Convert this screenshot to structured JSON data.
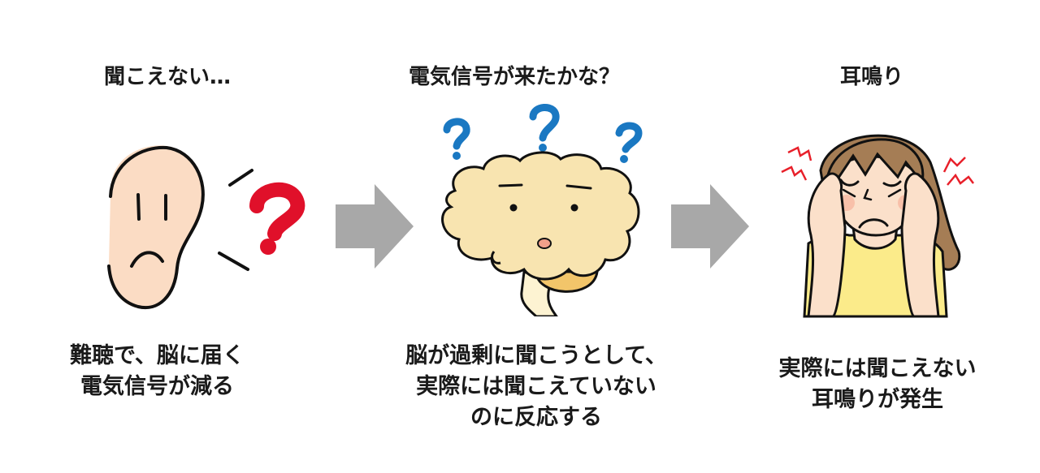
{
  "steps": [
    {
      "title": "聞こえない…",
      "caption_lines": [
        "難聴で、脳に届く",
        "電気信号が減る"
      ],
      "illustration": "sad-ear-with-question-mark",
      "accent_color": "#e0102a"
    },
    {
      "title": "電気信号が来たかな？",
      "caption_lines": [
        "脳が過剰に聞こうとして、",
        "実際には聞こえていない",
        "のに反応する"
      ],
      "illustration": "confused-brain-with-question-marks",
      "accent_color": "#1a78c2"
    },
    {
      "title": "耳鳴り",
      "caption_lines": [
        "実際には聞こえない",
        "耳鳴りが発生"
      ],
      "illustration": "woman-holding-head-tinnitus",
      "accent_color": "#e8202a"
    }
  ],
  "arrows": [
    {
      "direction": "right",
      "color": "#a8a8a8"
    },
    {
      "direction": "right",
      "color": "#a8a8a8"
    }
  ],
  "colors": {
    "ear_skin": "#fbdcc4",
    "brain_fill": "#f8e4b0",
    "brain_stem": "#f2c56a",
    "hair": "#a57d55",
    "shirt": "#fbeb8a",
    "face": "#fbe0ca",
    "arrow": "#a8a8a8"
  }
}
